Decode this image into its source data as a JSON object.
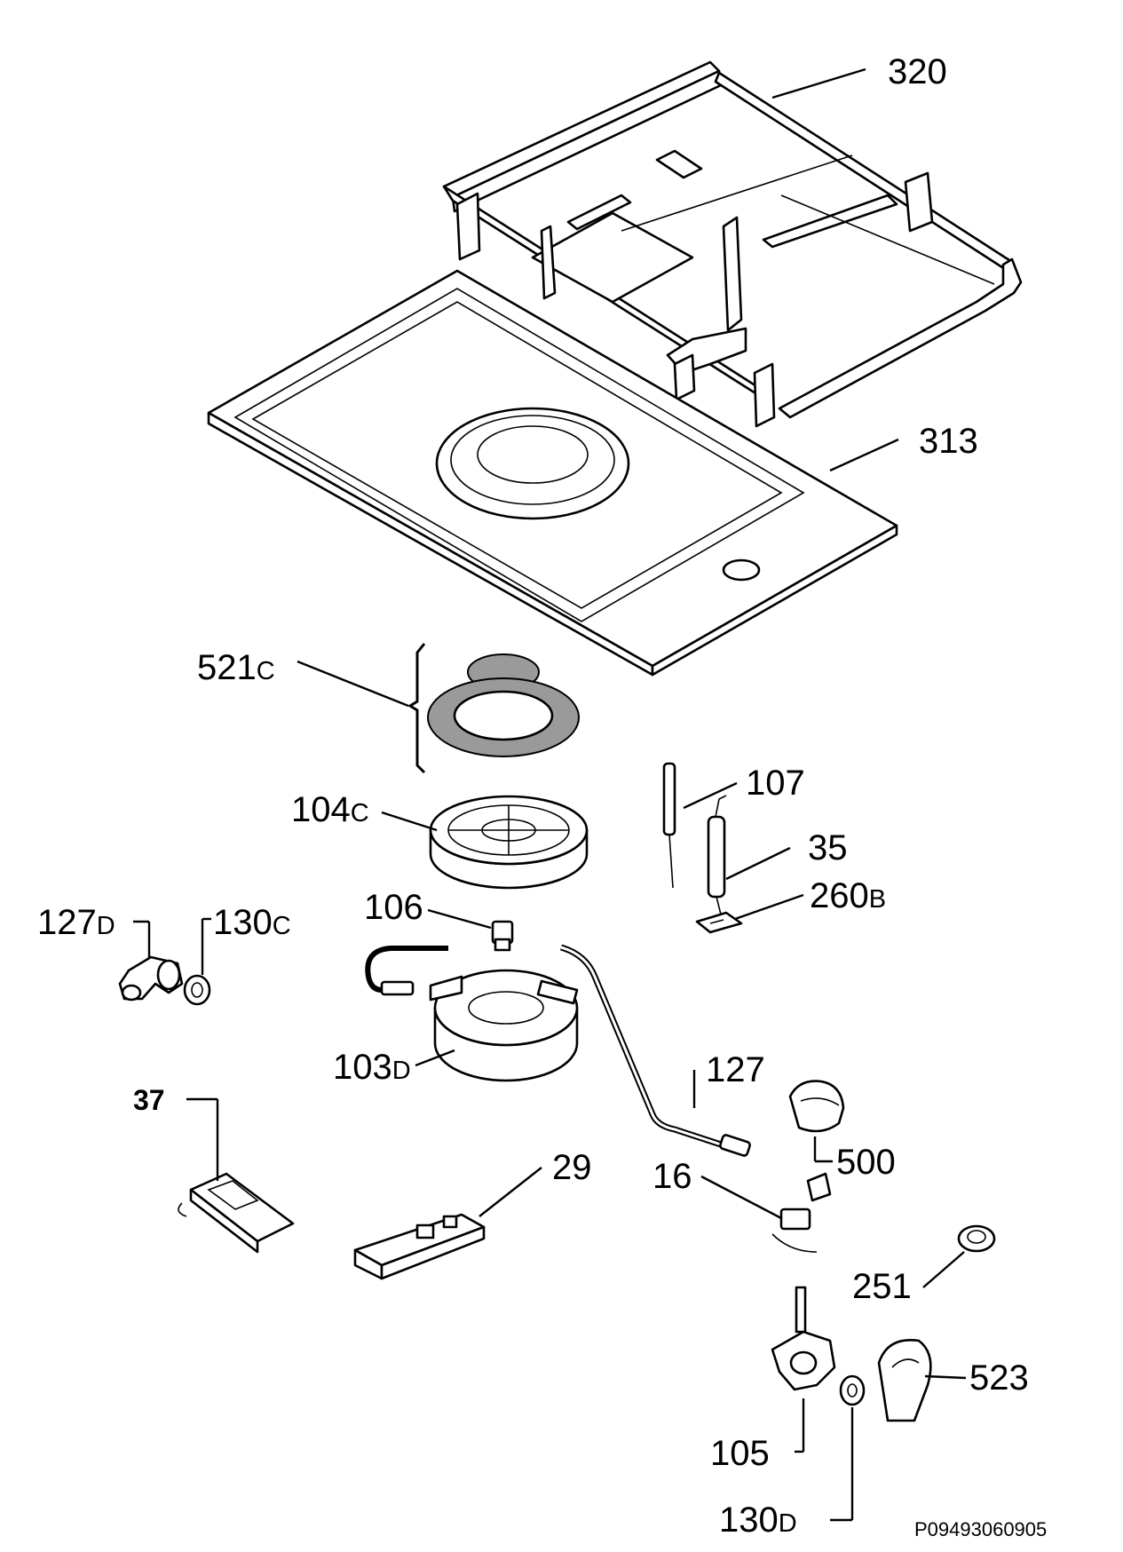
{
  "callouts": {
    "p320": "320",
    "p313": "313",
    "p521c": {
      "num": "521",
      "suffix": "C"
    },
    "p104c": {
      "num": "104",
      "suffix": "C"
    },
    "p107": "107",
    "p35": "35",
    "p260b": {
      "num": "260",
      "suffix": "B"
    },
    "p106": "106",
    "p127d": {
      "num": "127",
      "suffix": "D"
    },
    "p130c": {
      "num": "130",
      "suffix": "C"
    },
    "p103d": {
      "num": "103",
      "suffix": "D"
    },
    "p127": "127",
    "p500": "500",
    "p37": "37",
    "p29": "29",
    "p16": "16",
    "p251": "251",
    "p523": "523",
    "p105": "105",
    "p130d": {
      "num": "130",
      "suffix": "D"
    }
  },
  "document_id": "P09493060905"
}
